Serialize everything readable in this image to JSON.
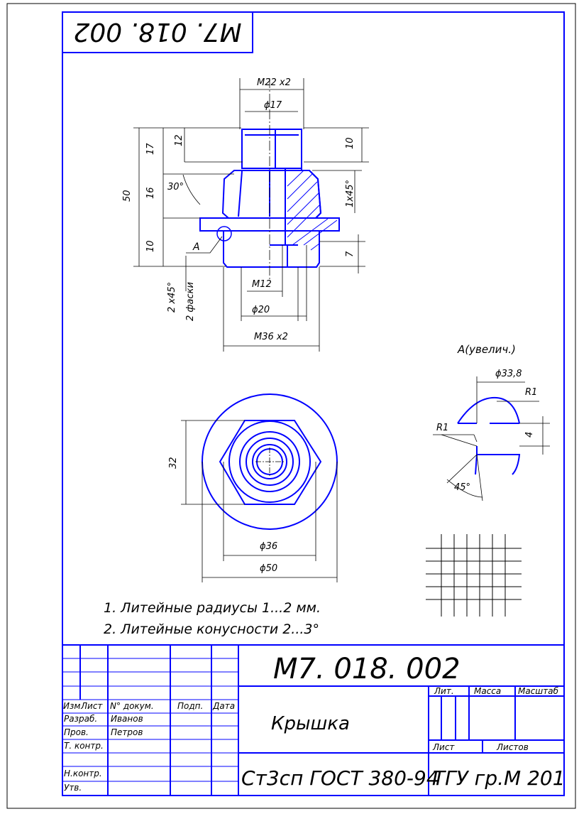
{
  "document": {
    "code_rotated": "M7. 018. 002",
    "code": "M7. 018. 002",
    "part_name": "Крышка",
    "material": "Ст3сп ГОСТ 380-94",
    "organization": "ТГУ гр.М 201"
  },
  "title_block": {
    "col_izm": "Изм",
    "col_list": "Лист",
    "col_doc": "N° докум.",
    "col_sign": "Подп.",
    "col_date": "Дата",
    "row_developed": "Разраб.",
    "row_checked": "Пров.",
    "row_tech": "Т. контр.",
    "row_norm": "Н.контр.",
    "row_approved": "Утв.",
    "developer": "Иванов",
    "checker": "Петров",
    "lit": "Лит.",
    "mass": "Масса",
    "scale": "Масштаб",
    "sheet": "Лист",
    "sheets": "Листов"
  },
  "notes": {
    "note1": "1. Литейные радиусы 1...2 мм.",
    "note2": "2. Литейные конусности 2...3°"
  },
  "dimensions": {
    "m22": "М22 x2",
    "d17": "ϕ17",
    "d12": "12",
    "d17v": "17",
    "d50": "50",
    "d16": "16",
    "a30": "30°",
    "d10l": "10",
    "d10r": "10",
    "c1x45": "1x45°",
    "d7": "7",
    "leaderA": "А",
    "c2x45": "2 x45°",
    "facets": "2 фаски",
    "m12": "М12",
    "d20": "ϕ20",
    "m36": "М36 x2",
    "d32": "32",
    "d36": "ϕ36",
    "d50b": "ϕ50",
    "detail_title": "А(увелич.)",
    "d33": "ϕ33,8",
    "r1a": "R1",
    "r1b": "R1",
    "d4": "4",
    "a45": "45°"
  },
  "colors": {
    "outline": "#0000ff",
    "frame": "#0000ff",
    "text": "#000000"
  }
}
